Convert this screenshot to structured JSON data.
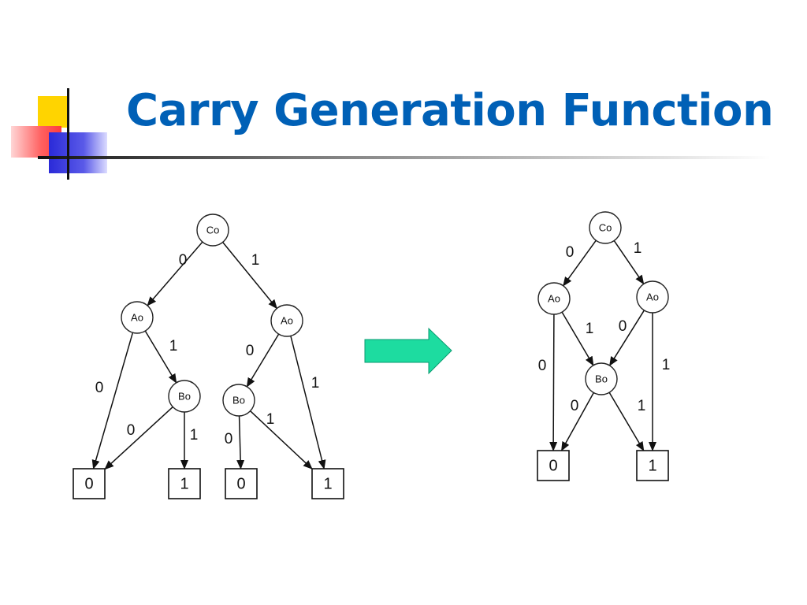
{
  "title": "Carry Generation Function",
  "colors": {
    "title": "#0060b6",
    "arrow_fill": "#1ddca0",
    "arrow_stroke": "#0a9a70",
    "deco_yellow": "#ffd400",
    "deco_red": "#ff4d4d",
    "deco_blue": "#2a2ad8"
  },
  "diagram_before": {
    "nodes": [
      {
        "id": "c",
        "label": "Co",
        "kind": "var"
      },
      {
        "id": "a1",
        "label": "Ao",
        "kind": "var"
      },
      {
        "id": "a2",
        "label": "Ao",
        "kind": "var"
      },
      {
        "id": "b1",
        "label": "Bo",
        "kind": "var"
      },
      {
        "id": "b2",
        "label": "Bo",
        "kind": "var"
      },
      {
        "id": "t1",
        "label": "0",
        "kind": "terminal"
      },
      {
        "id": "t2",
        "label": "1",
        "kind": "terminal"
      },
      {
        "id": "t3",
        "label": "0",
        "kind": "terminal"
      },
      {
        "id": "t4",
        "label": "1",
        "kind": "terminal"
      }
    ],
    "edges": [
      {
        "from": "c",
        "to": "a1",
        "label": "0"
      },
      {
        "from": "c",
        "to": "a2",
        "label": "1"
      },
      {
        "from": "a1",
        "to": "t1",
        "label": "0"
      },
      {
        "from": "a1",
        "to": "b1",
        "label": "1"
      },
      {
        "from": "a2",
        "to": "b2",
        "label": "0"
      },
      {
        "from": "a2",
        "to": "t4",
        "label": "1"
      },
      {
        "from": "b1",
        "to": "t1",
        "label": "0"
      },
      {
        "from": "b1",
        "to": "t2",
        "label": "1"
      },
      {
        "from": "b2",
        "to": "t3",
        "label": "0"
      },
      {
        "from": "b2",
        "to": "t4",
        "label": "1"
      }
    ]
  },
  "diagram_after": {
    "nodes": [
      {
        "id": "c",
        "label": "Co",
        "kind": "var"
      },
      {
        "id": "a1",
        "label": "Ao",
        "kind": "var"
      },
      {
        "id": "a2",
        "label": "Ao",
        "kind": "var"
      },
      {
        "id": "b",
        "label": "Bo",
        "kind": "var"
      },
      {
        "id": "t0",
        "label": "0",
        "kind": "terminal"
      },
      {
        "id": "t1",
        "label": "1",
        "kind": "terminal"
      }
    ],
    "edges": [
      {
        "from": "c",
        "to": "a1",
        "label": "0"
      },
      {
        "from": "c",
        "to": "a2",
        "label": "1"
      },
      {
        "from": "a1",
        "to": "b",
        "label": "1"
      },
      {
        "from": "a2",
        "to": "b",
        "label": "0"
      },
      {
        "from": "a1",
        "to": "t0",
        "label": "0"
      },
      {
        "from": "a2",
        "to": "t1",
        "label": "1"
      },
      {
        "from": "b",
        "to": "t0",
        "label": "0"
      },
      {
        "from": "b",
        "to": "t1",
        "label": "1"
      }
    ]
  }
}
